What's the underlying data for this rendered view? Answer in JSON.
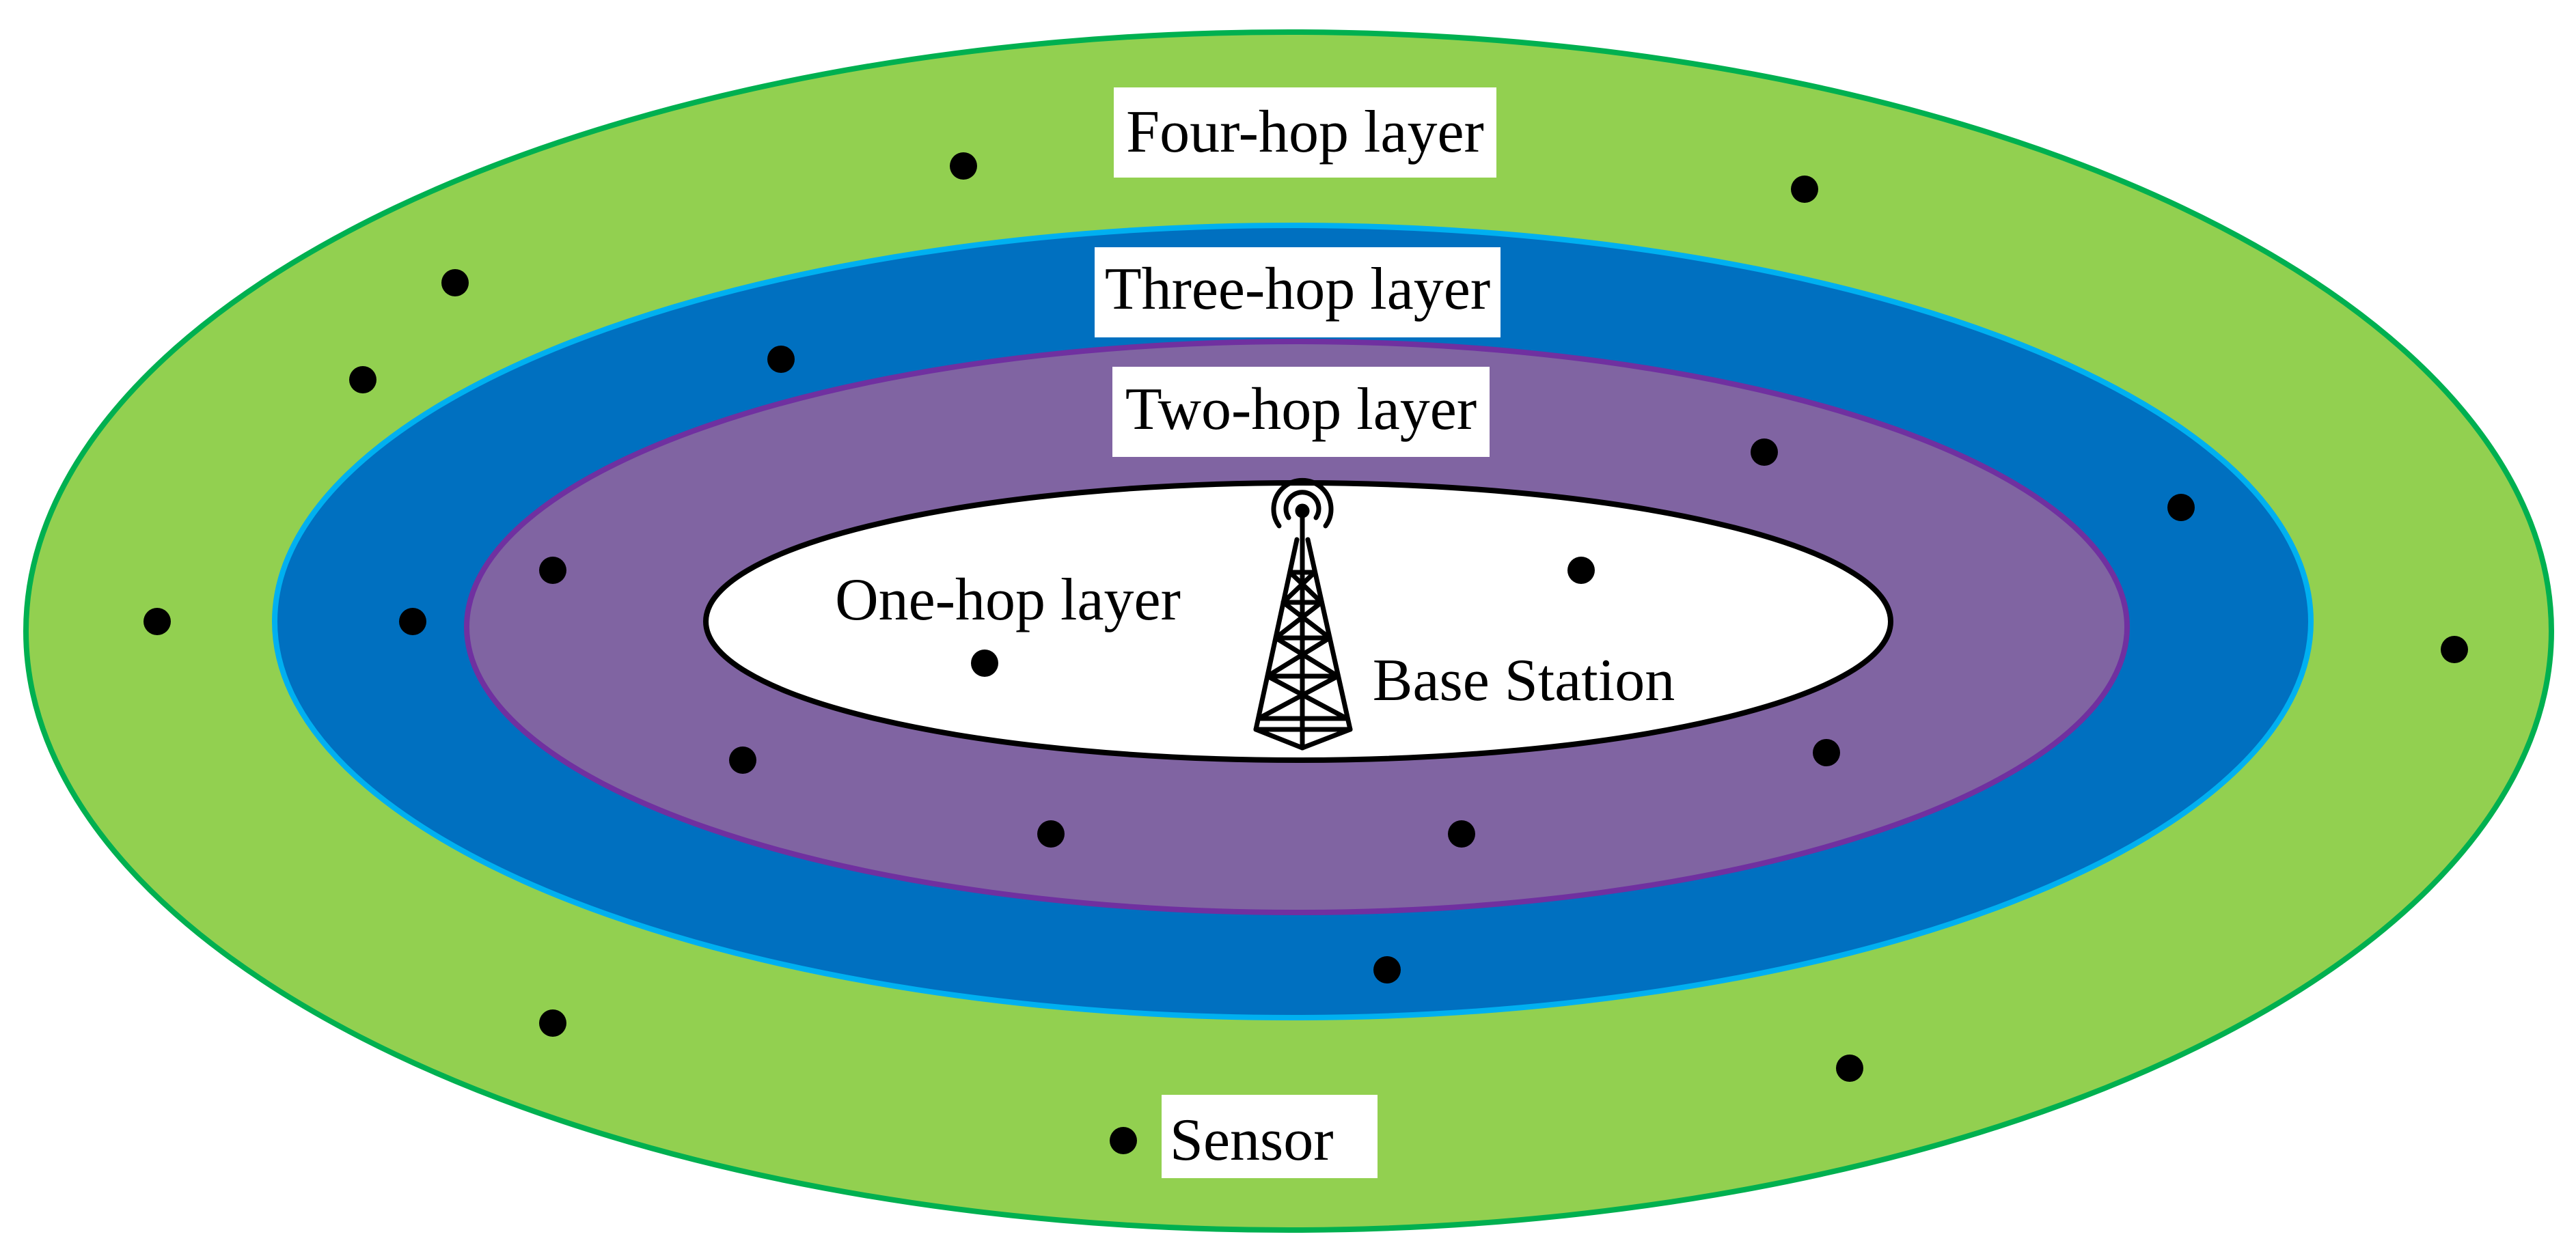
{
  "layers": {
    "four_hop": {
      "label": "Four-hop layer",
      "fill": "#92d050",
      "stroke": "#00b050"
    },
    "three_hop": {
      "label": "Three-hop layer",
      "fill": "#0070c0",
      "stroke": "#00b0f0"
    },
    "two_hop": {
      "label": "Two-hop layer",
      "fill": "#8064a2",
      "stroke": "#7030a0"
    },
    "one_hop": {
      "label": "One-hop layer",
      "fill": "#ffffff",
      "stroke": "#000000"
    }
  },
  "base_station": {
    "label": "Base Station",
    "icon": "tower-icon"
  },
  "sensor_legend": {
    "label": "Sensor",
    "icon": "sensor-dot-icon"
  },
  "colors": {
    "sensor": "#000000",
    "label_background": "#ffffff"
  }
}
